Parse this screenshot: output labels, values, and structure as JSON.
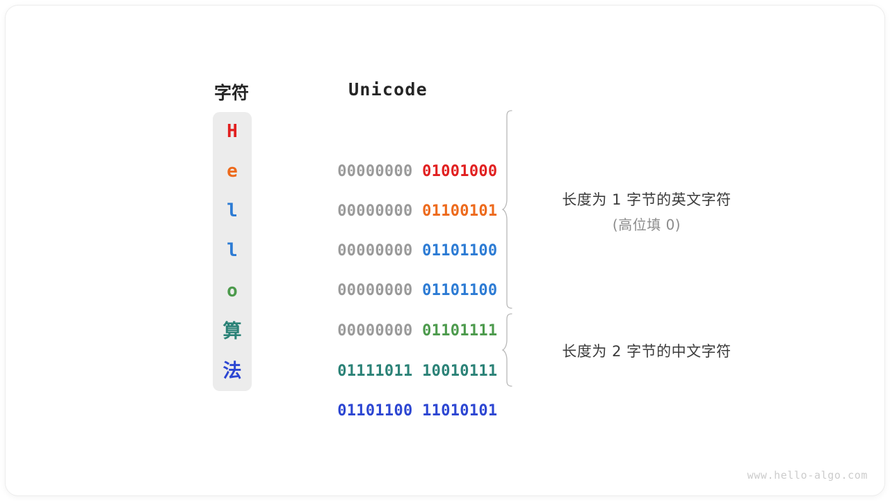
{
  "figure": {
    "title_columns": {
      "character": "字符",
      "unicode": "Unicode"
    },
    "watermark": "www.hello-algo.com",
    "colors": {
      "red": "#E12020",
      "orange": "#ED6A1C",
      "blue": "#2C7BD4",
      "green": "#4C9A4C",
      "teal": "#2B8277",
      "indigo": "#2C46D2",
      "gray_high_bits": "#9A9A9A",
      "cell_background": "#ECECEC",
      "brace": "#B8B8B8",
      "annotation_main": "#3B3B3B",
      "annotation_sub": "#8C8C8C",
      "watermark": "#CCCCCC"
    }
  },
  "rows": [
    {
      "char": "H",
      "high_byte": "00000000",
      "low_byte": "01001000",
      "color": "#E12020",
      "cjk": false
    },
    {
      "char": "e",
      "high_byte": "00000000",
      "low_byte": "01100101",
      "color": "#ED6A1C",
      "cjk": false
    },
    {
      "char": "l",
      "high_byte": "00000000",
      "low_byte": "01101100",
      "color": "#2C7BD4",
      "cjk": false
    },
    {
      "char": "l",
      "high_byte": "00000000",
      "low_byte": "01101100",
      "color": "#2C7BD4",
      "cjk": false
    },
    {
      "char": "o",
      "high_byte": "00000000",
      "low_byte": "01101111",
      "color": "#4C9A4C",
      "cjk": false
    },
    {
      "char": "算",
      "high_byte": "01111011",
      "low_byte": "10010111",
      "color": "#2B8277",
      "cjk": true
    },
    {
      "char": "法",
      "high_byte": "01101100",
      "low_byte": "11010101",
      "color": "#2C46D2",
      "cjk": true
    }
  ],
  "annotations": [
    {
      "main": "长度为 1 字节的英文字符",
      "sub": "(高位填 0)",
      "spans_rows": 5
    },
    {
      "main": "长度为 2 字节的中文字符",
      "sub": "",
      "spans_rows": 2
    }
  ]
}
